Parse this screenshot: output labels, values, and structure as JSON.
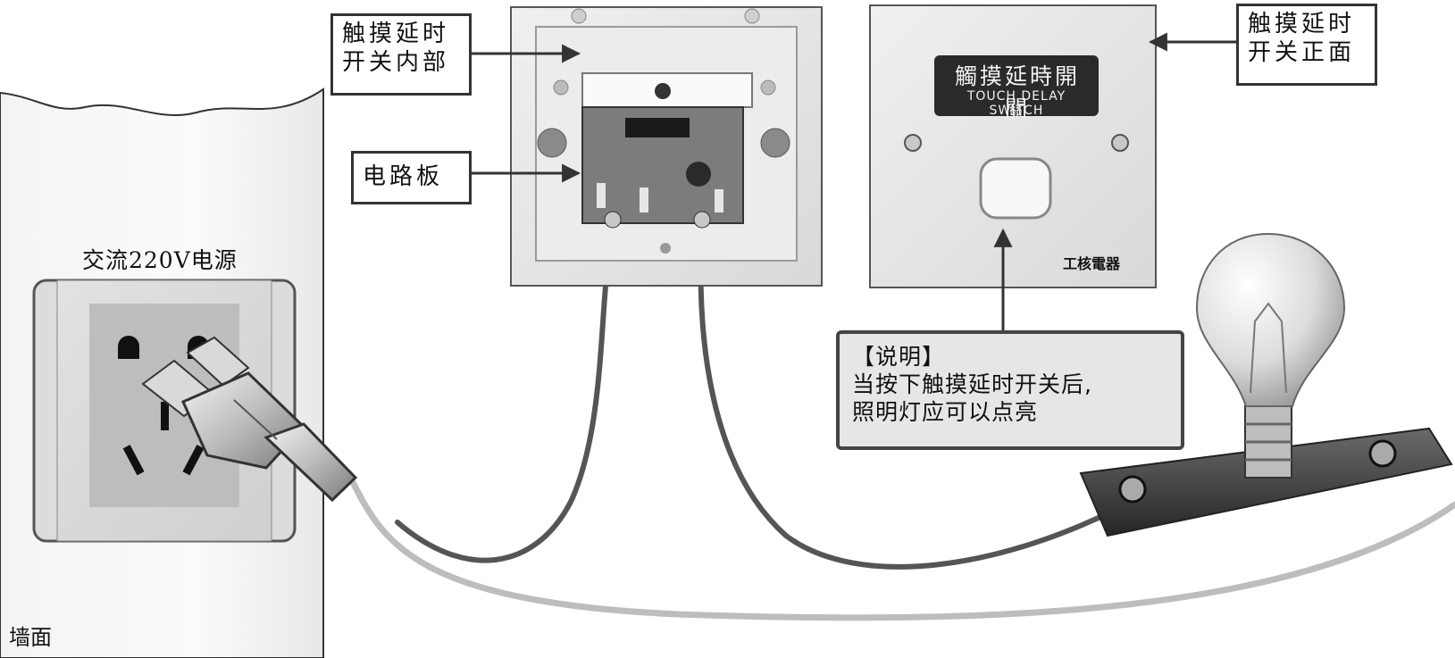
{
  "labels": {
    "inside": [
      "触摸延时",
      "开关内部"
    ],
    "board": "电路板",
    "front": [
      "触摸延时",
      "开关正面"
    ],
    "power": "交流220V电源",
    "wall": "墙面"
  },
  "switch_plate": {
    "name_cn": "觸摸延時開關",
    "name_en": "TOUCH DELAY SWITCH",
    "brand": "工核電器"
  },
  "note": {
    "title": "【说明】",
    "lines": [
      "当按下触摸延时开关后,",
      "照明灯应可以点亮"
    ]
  }
}
